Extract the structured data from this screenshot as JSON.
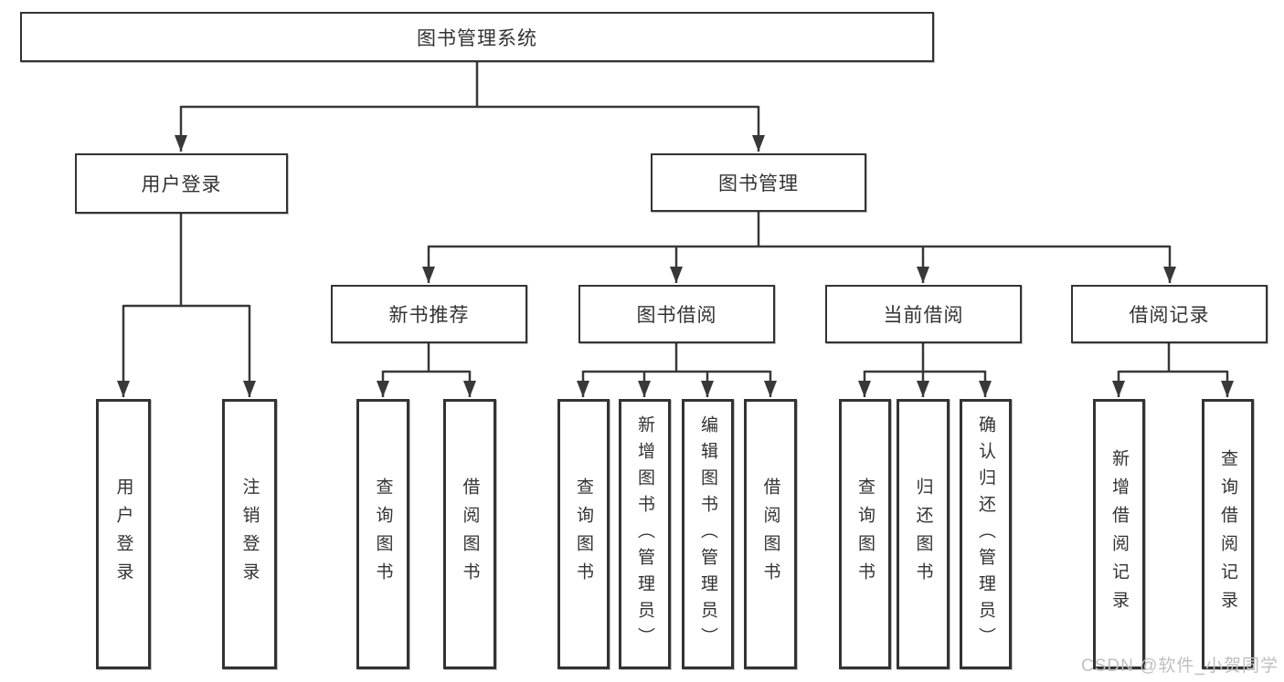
{
  "watermark": "CSDN @软件_小贺同学",
  "tree": {
    "root": {
      "label": "图书管理系统"
    },
    "branches": [
      {
        "label": "用户登录",
        "children": [
          {
            "label": "用户登录"
          },
          {
            "label": "注销登录"
          }
        ]
      },
      {
        "label": "图书管理",
        "children": [
          {
            "label": "新书推荐",
            "children": [
              {
                "label": "查询图书"
              },
              {
                "label": "借阅图书"
              }
            ]
          },
          {
            "label": "图书借阅",
            "children": [
              {
                "label": "查询图书"
              },
              {
                "label": "新增图书（管理员）"
              },
              {
                "label": "编辑图书（管理员）"
              },
              {
                "label": "借阅图书"
              }
            ]
          },
          {
            "label": "当前借阅",
            "children": [
              {
                "label": "查询图书"
              },
              {
                "label": "归还图书"
              },
              {
                "label": "确认归还（管理员）"
              }
            ]
          },
          {
            "label": "借阅记录",
            "children": [
              {
                "label": "新增借阅记录"
              },
              {
                "label": "查询借阅记录"
              }
            ]
          }
        ]
      }
    ]
  },
  "line_color": "#383838"
}
